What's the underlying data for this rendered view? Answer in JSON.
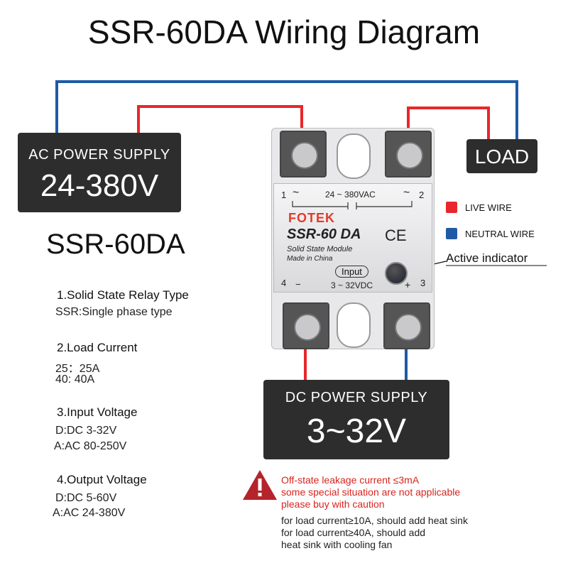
{
  "title": "SSR-60DA Wiring Diagram",
  "ac_supply": {
    "label": "AC POWER SUPPLY",
    "value": "24-380V"
  },
  "load": {
    "label": "LOAD"
  },
  "dc_supply": {
    "label": "DC POWER SUPPLY",
    "value": "3~32V"
  },
  "model": "SSR-60DA",
  "specs": [
    {
      "heading": "1.Solid State Relay Type",
      "lines": [
        "SSR:Single phase type"
      ]
    },
    {
      "heading": "2.Load Current",
      "lines": [
        "25：25A",
        "40:   40A"
      ]
    },
    {
      "heading": "3.Input Voltage",
      "lines": [
        "D:DC 3-32V",
        "A:AC 80-250V"
      ]
    },
    {
      "heading": "4.Output Voltage",
      "lines": [
        "D:DC 5-60V",
        "A:AC 24-380V"
      ]
    }
  ],
  "legend": [
    {
      "label": "LIVE WIRE",
      "color": "#e8262b"
    },
    {
      "label": "NEUTRAL WIRE",
      "color": "#1f5aa6"
    }
  ],
  "indicator_label": "Active indicator",
  "relay": {
    "brand": "FOTEK",
    "model": "SSR-60 DA",
    "subtitle": "Solid State Module",
    "origin": "Made in China",
    "ce": "CE",
    "ac_rating": "24 ~ 380VAC",
    "dc_rating": "3 ~ 32VDC",
    "input_label": "Input",
    "terminal_1": "1",
    "terminal_2": "2",
    "terminal_3": "3",
    "terminal_4": "4",
    "tilde": "~",
    "minus": "−",
    "plus": "+"
  },
  "warning": {
    "icon": "warning-triangle-icon",
    "red_lines": [
      "Off-state leakage current ≤3mA",
      "some special situation are not applicable",
      "please buy with caution"
    ],
    "black_lines": [
      "for load current≥10A, should add heat sink",
      "for load current≥40A, should add",
      "heat sink with cooling fan"
    ]
  },
  "colors": {
    "live": "#e8262b",
    "neutral": "#1f5aa6",
    "box": "#2d2d2d"
  }
}
